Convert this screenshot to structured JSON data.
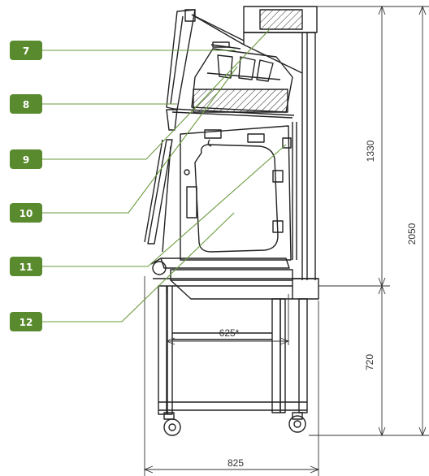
{
  "colors": {
    "badge": "#5a8a2e",
    "leader": "#6a9a3e",
    "line": "#222222",
    "dimension": "#333333"
  },
  "callouts": [
    {
      "label": "7"
    },
    {
      "label": "8"
    },
    {
      "label": "9"
    },
    {
      "label": "10"
    },
    {
      "label": "11"
    },
    {
      "label": "12"
    }
  ],
  "dimensions": {
    "cabinet_height": "1330",
    "total_height": "2050",
    "stand_height": "720",
    "inner_width": "625*",
    "total_width": "825"
  }
}
